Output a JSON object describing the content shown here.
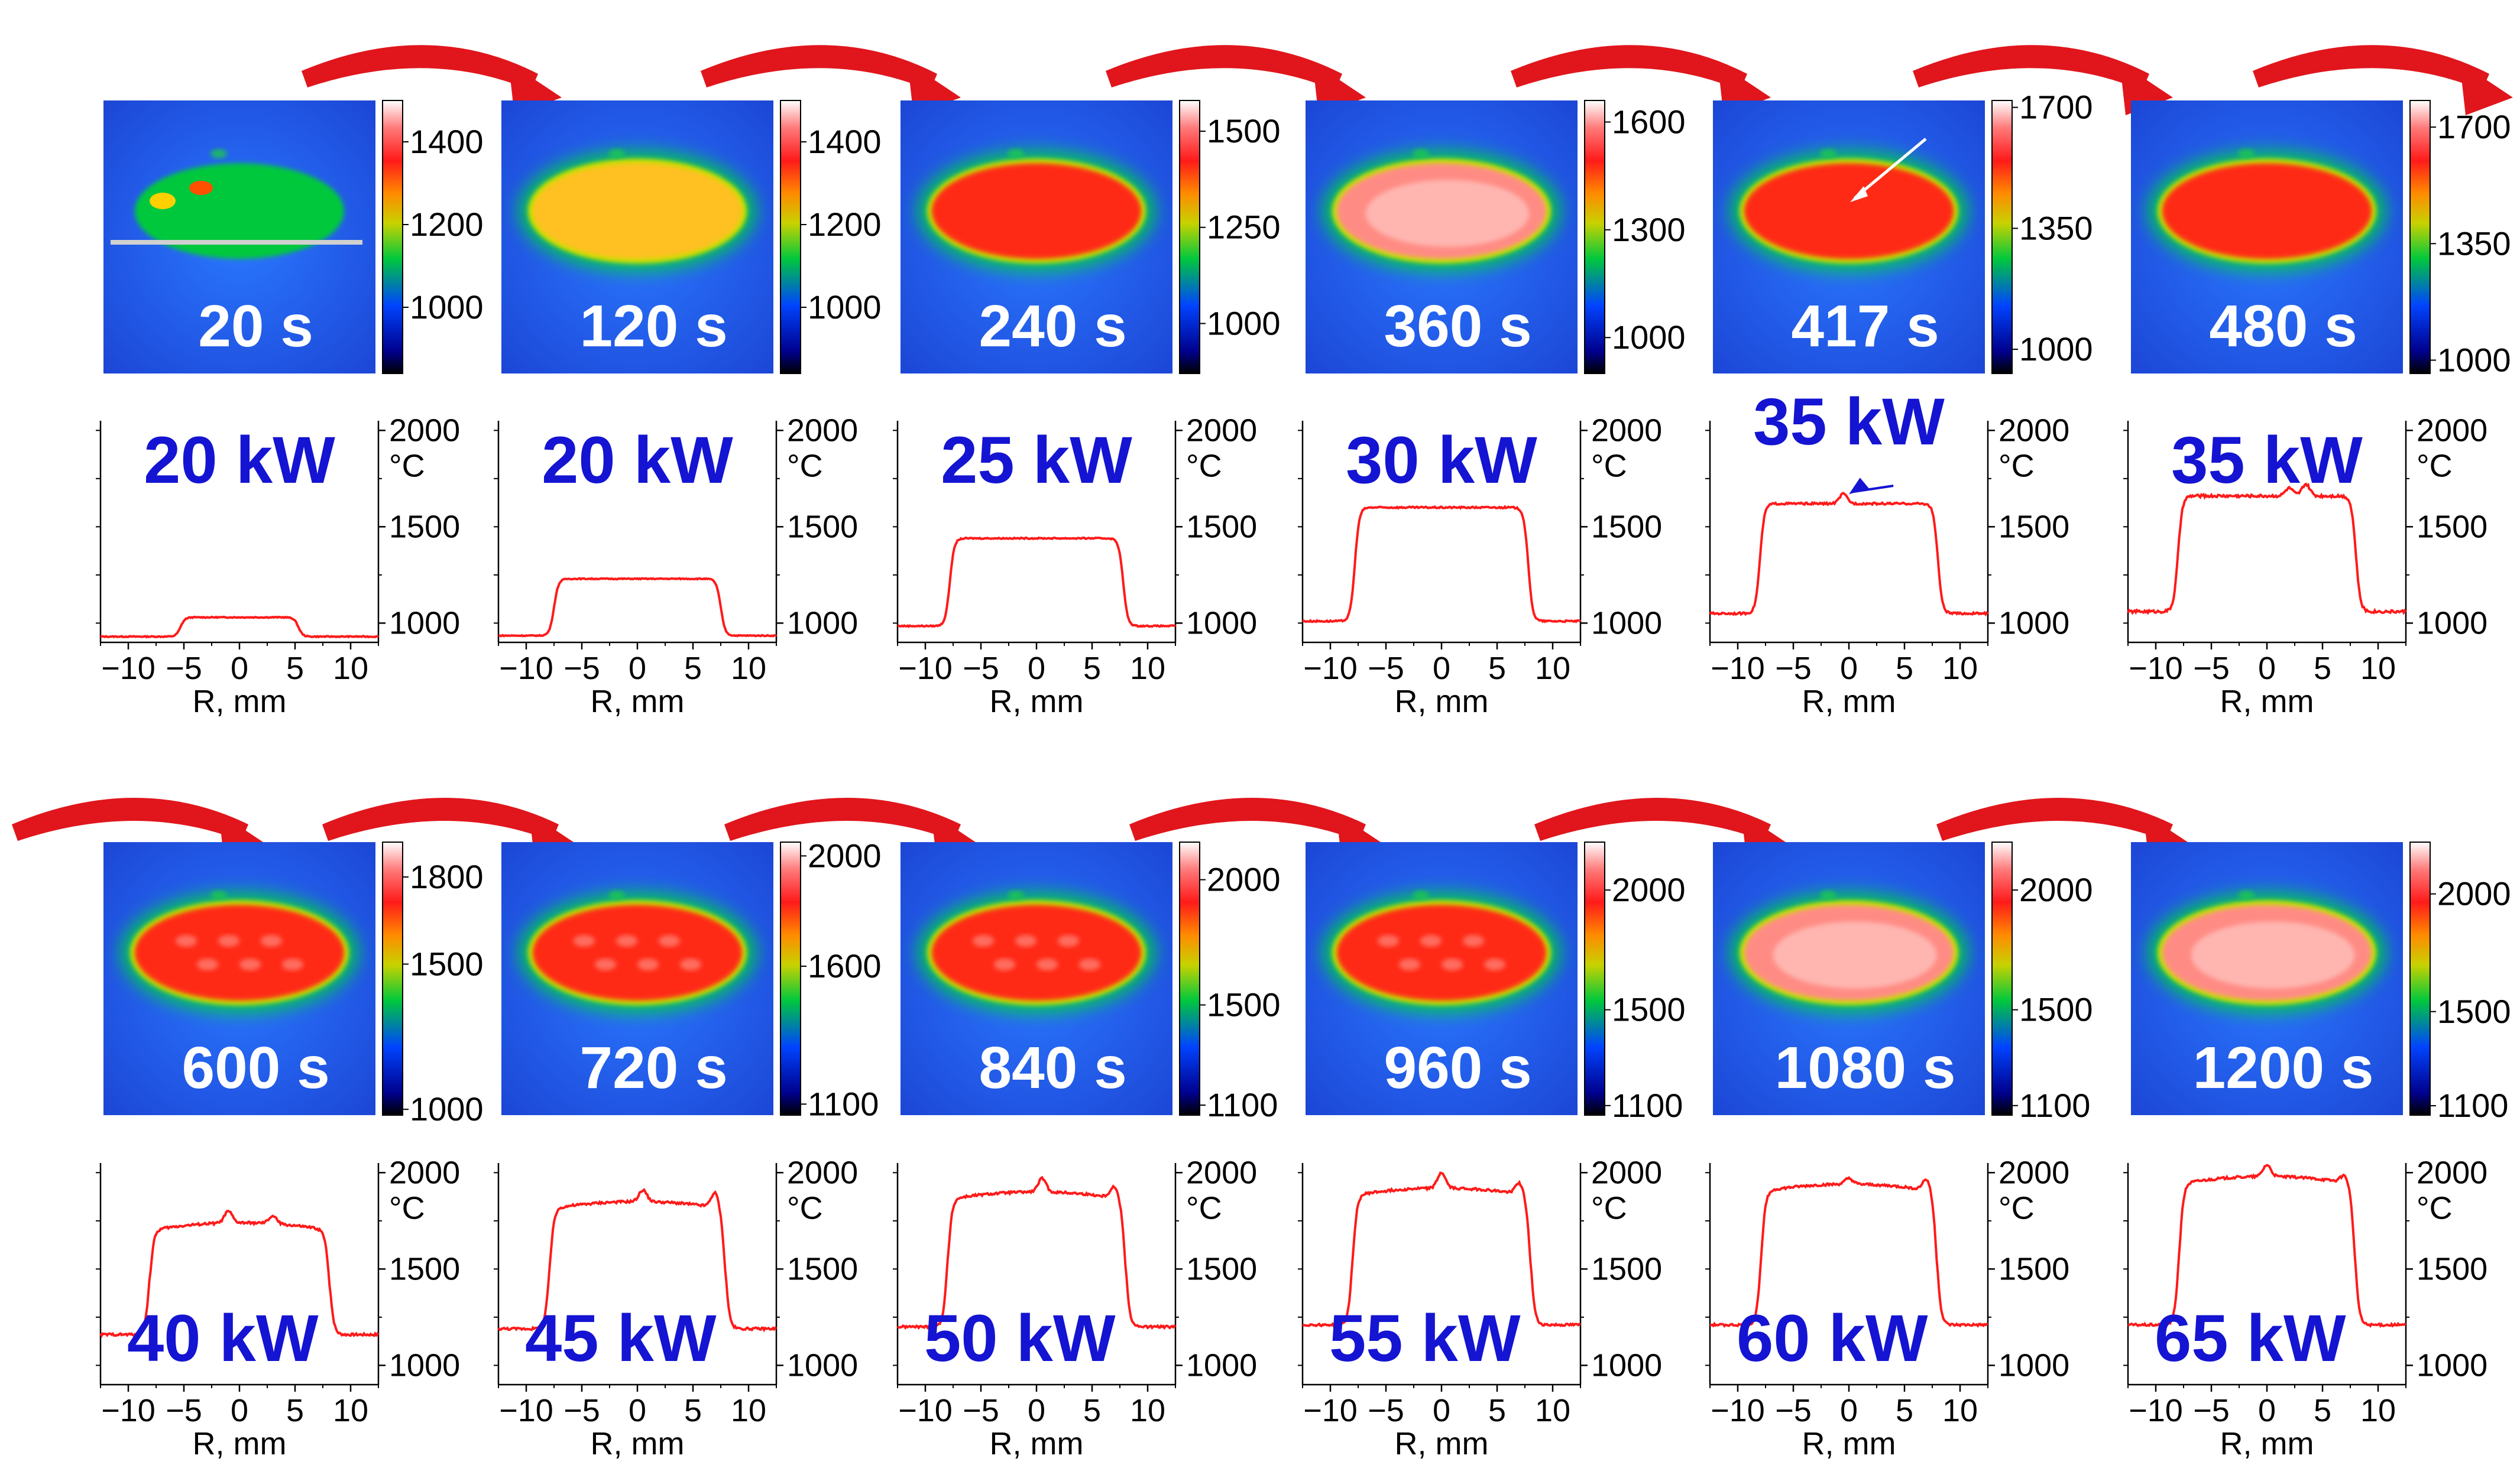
{
  "chart_data": {
    "type": "line",
    "description_items": "Sequence of 12 thermal images of a heated sample with colorbars, each followed by a radial temperature profile plot",
    "profile_axes": {
      "xlabel": "R, mm",
      "ylabel": "°C",
      "xticks": [
        -10,
        -5,
        0,
        5,
        10
      ],
      "xtick_labels": [
        "−10",
        "−5",
        "0",
        "5",
        "10"
      ],
      "xlim": [
        -12.5,
        12.5
      ],
      "yticks": [
        1000,
        1500,
        2000
      ],
      "ylim": [
        900,
        2050
      ],
      "line_color": "#ff1a1a"
    },
    "panels": [
      {
        "time": "20 s",
        "power": "20 kW",
        "colorbar": {
          "min": 840,
          "max": 1500,
          "ticks": [
            1000,
            1200,
            1400
          ]
        },
        "image": {
          "fill": 0.0,
          "state": "green"
        },
        "profile": {
          "base": 930,
          "plateau": 1030,
          "edge": 5.3,
          "rough": 5,
          "bumps": []
        }
      },
      {
        "time": "120 s",
        "power": "20 kW",
        "colorbar": {
          "min": 840,
          "max": 1500,
          "ticks": [
            1000,
            1200,
            1400
          ]
        },
        "image": {
          "fill": 0.3,
          "state": "yellow"
        },
        "profile": {
          "base": 935,
          "plateau": 1230,
          "edge": 7.5,
          "rough": 5,
          "bumps": []
        }
      },
      {
        "time": "240 s",
        "power": "25 kW",
        "colorbar": {
          "min": 870,
          "max": 1580,
          "ticks": [
            1000,
            1250,
            1500
          ]
        },
        "image": {
          "fill": 0.45,
          "state": "red"
        },
        "profile": {
          "base": 985,
          "plateau": 1440,
          "edge": 7.8,
          "rough": 6,
          "bumps": []
        }
      },
      {
        "time": "360 s",
        "power": "30 kW",
        "colorbar": {
          "min": 900,
          "max": 1660,
          "ticks": [
            1000,
            1300,
            1600
          ]
        },
        "image": {
          "fill": 0.75,
          "state": "pale"
        },
        "profile": {
          "base": 1010,
          "plateau": 1600,
          "edge": 7.8,
          "rough": 8,
          "bumps": []
        }
      },
      {
        "time": "417 s",
        "power": "35 kW",
        "colorbar": {
          "min": 930,
          "max": 1720,
          "ticks": [
            1000,
            1350,
            1700
          ]
        },
        "image": {
          "fill": 0.5,
          "state": "red"
        },
        "profile": {
          "base": 1050,
          "plateau": 1620,
          "edge": 8.0,
          "rough": 10,
          "bumps": [
            [
              -0.5,
              50
            ]
          ]
        }
      },
      {
        "time": "480 s",
        "power": "35 kW",
        "colorbar": {
          "min": 960,
          "max": 1780,
          "ticks": [
            1000,
            1350,
            1700
          ]
        },
        "image": {
          "fill": 0.45,
          "state": "red"
        },
        "profile": {
          "base": 1060,
          "plateau": 1660,
          "edge": 8.0,
          "rough": 14,
          "bumps": [
            [
              2.0,
              40
            ],
            [
              3.5,
              60
            ]
          ]
        }
      },
      {
        "time": "600 s",
        "power": "40 kW",
        "colorbar": {
          "min": 980,
          "max": 1920,
          "ticks": [
            1000,
            1500,
            1800
          ]
        },
        "image": {
          "fill": 0.45,
          "state": "red"
        },
        "profile": {
          "base": 1160,
          "plateau": 1720,
          "edge": 8.1,
          "rough": 12,
          "bumps": [
            [
              -1.0,
              60
            ],
            [
              3.0,
              40
            ]
          ]
        }
      },
      {
        "time": "720 s",
        "power": "45 kW",
        "colorbar": {
          "min": 1060,
          "max": 2050,
          "ticks": [
            1100,
            1600,
            2000
          ]
        },
        "image": {
          "fill": 0.45,
          "state": "red"
        },
        "profile": {
          "base": 1190,
          "plateau": 1830,
          "edge": 7.9,
          "rough": 12,
          "bumps": [
            [
              0.5,
              60
            ],
            [
              7.0,
              80
            ]
          ]
        }
      },
      {
        "time": "840 s",
        "power": "50 kW",
        "colorbar": {
          "min": 1060,
          "max": 2150,
          "ticks": [
            1100,
            1500,
            2000
          ]
        },
        "image": {
          "fill": 0.45,
          "state": "red"
        },
        "profile": {
          "base": 1200,
          "plateau": 1880,
          "edge": 8.0,
          "rough": 12,
          "bumps": [
            [
              0.5,
              70
            ],
            [
              7.0,
              60
            ]
          ]
        }
      },
      {
        "time": "960 s",
        "power": "55 kW",
        "colorbar": {
          "min": 1060,
          "max": 2200,
          "ticks": [
            1100,
            1500,
            2000
          ]
        },
        "image": {
          "fill": 0.45,
          "state": "red"
        },
        "profile": {
          "base": 1210,
          "plateau": 1900,
          "edge": 8.0,
          "rough": 12,
          "bumps": [
            [
              0.0,
              80
            ],
            [
              7.0,
              60
            ]
          ]
        }
      },
      {
        "time": "1080 s",
        "power": "60 kW",
        "colorbar": {
          "min": 1060,
          "max": 2200,
          "ticks": [
            1100,
            1500,
            2000
          ]
        },
        "image": {
          "fill": 0.6,
          "state": "pale"
        },
        "profile": {
          "base": 1210,
          "plateau": 1920,
          "edge": 7.9,
          "rough": 12,
          "bumps": [
            [
              0.0,
              30
            ],
            [
              7.0,
              60
            ]
          ]
        }
      },
      {
        "time": "1200 s",
        "power": "65 kW",
        "colorbar": {
          "min": 1060,
          "max": 2220,
          "ticks": [
            1100,
            1500,
            2000
          ]
        },
        "image": {
          "fill": 0.6,
          "state": "pale"
        },
        "profile": {
          "base": 1210,
          "plateau": 1960,
          "edge": 7.9,
          "rough": 12,
          "bumps": [
            [
              0.0,
              60
            ],
            [
              7.0,
              40
            ]
          ]
        }
      }
    ],
    "annotations": [
      {
        "panel": 0,
        "type": "profile-line"
      },
      {
        "panel": 4,
        "type": "white-arrow-on-image"
      },
      {
        "panel": 4,
        "type": "blue-arrow-on-profile"
      }
    ],
    "arrows": {
      "color": "#e0161c",
      "count_row1": 6,
      "count_row2": 6
    }
  }
}
